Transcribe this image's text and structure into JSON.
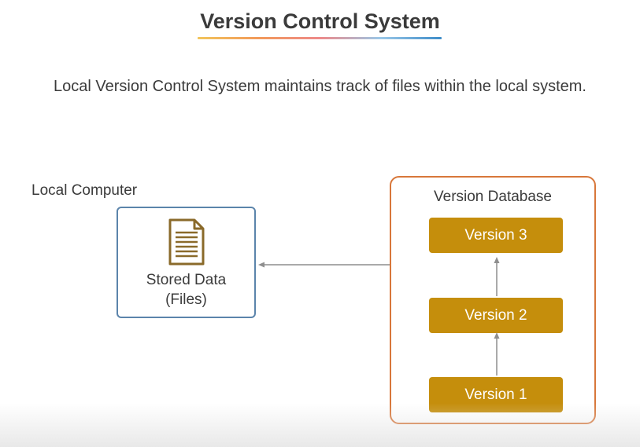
{
  "title": "Version Control System",
  "subtitle": "Local Version Control System maintains track of files within the local system.",
  "local": {
    "label": "Local Computer",
    "stored_line1": "Stored Data",
    "stored_line2": "(Files)",
    "icon": "document-icon"
  },
  "database": {
    "label": "Version Database",
    "versions": [
      "Version 3",
      "Version 2",
      "Version 1"
    ]
  },
  "colors": {
    "local_border": "#5b84ab",
    "db_border": "#d8773a",
    "version_fill": "#c58e0c",
    "icon_stroke": "#8a6a2a",
    "arrow": "#8e8e8e",
    "underline_stops": [
      "#f2c55c",
      "#f29a5a",
      "#ee8a8a",
      "#9bc8e8",
      "#3f8dc9"
    ]
  }
}
